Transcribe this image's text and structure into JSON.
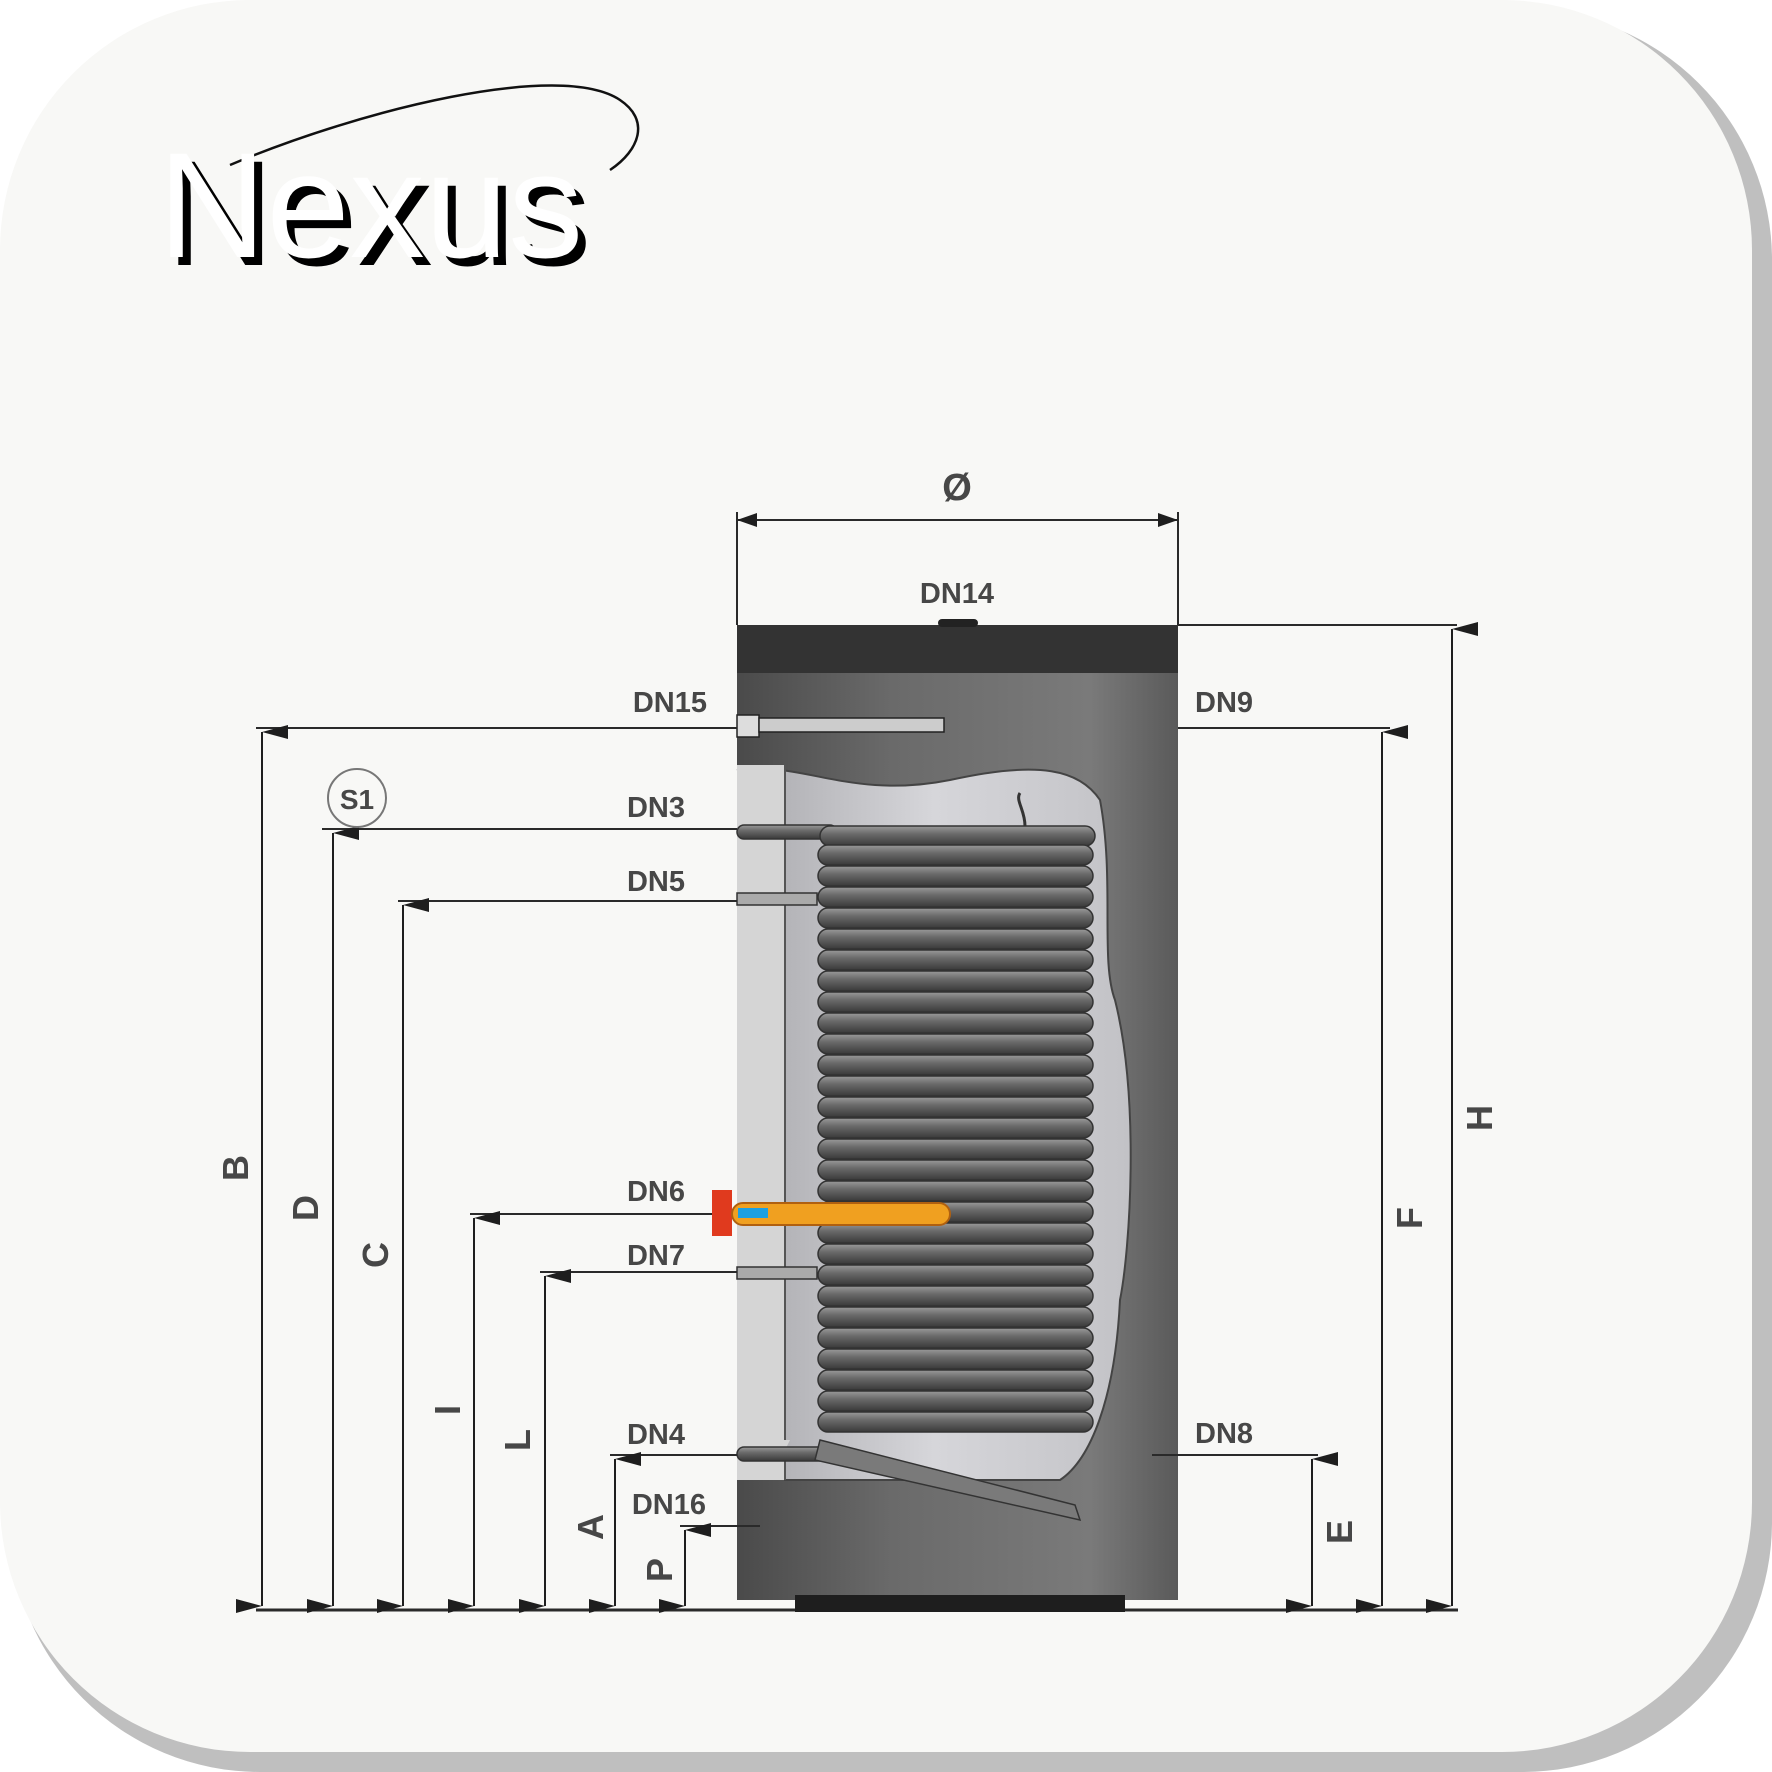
{
  "brand": {
    "name": "Nexus",
    "colors": {
      "logo_fill": "#ffffff",
      "logo_shadow": "#000000",
      "swoosh": "#111111"
    }
  },
  "diagram": {
    "title_symbol": "Ø",
    "colors": {
      "background": "#f8f8f6",
      "frame_shadow": "#bfbfbf",
      "tank_body": "#6e6e6e",
      "tank_cap": "#333333",
      "tank_base": "#1e1e1e",
      "inner_cutaway": "#c9c9cd",
      "insulation": "#d5d5d5",
      "coil": "#6a6a6a",
      "dimension_line": "#2a2a2a",
      "label_text": "#474747",
      "heater_head": "#e03a1e",
      "heater_rod": "#f0a020",
      "heater_blue": "#1ea0e0"
    },
    "connections": [
      {
        "id": "DN14",
        "position": "top"
      },
      {
        "id": "DN15",
        "position": "left"
      },
      {
        "id": "DN3",
        "position": "left"
      },
      {
        "id": "DN5",
        "position": "left"
      },
      {
        "id": "DN6",
        "position": "left"
      },
      {
        "id": "DN7",
        "position": "left"
      },
      {
        "id": "DN4",
        "position": "left"
      },
      {
        "id": "DN16",
        "position": "left"
      },
      {
        "id": "DN9",
        "position": "right"
      },
      {
        "id": "DN8",
        "position": "right"
      }
    ],
    "sensor_label": "S1",
    "dimensions_left": [
      "B",
      "D",
      "C",
      "I",
      "L",
      "A",
      "P"
    ],
    "dimensions_right": [
      "E",
      "F",
      "H"
    ],
    "labels": {
      "dn14": "DN14",
      "dn15": "DN15",
      "dn3": "DN3",
      "dn5": "DN5",
      "dn6": "DN6",
      "dn7": "DN7",
      "dn4": "DN4",
      "dn16": "DN16",
      "dn9": "DN9",
      "dn8": "DN8",
      "s1": "S1",
      "dia": "Ø",
      "B": "B",
      "D": "D",
      "C": "C",
      "I": "I",
      "L": "L",
      "A": "A",
      "P": "P",
      "E": "E",
      "F": "F",
      "H": "H"
    }
  }
}
